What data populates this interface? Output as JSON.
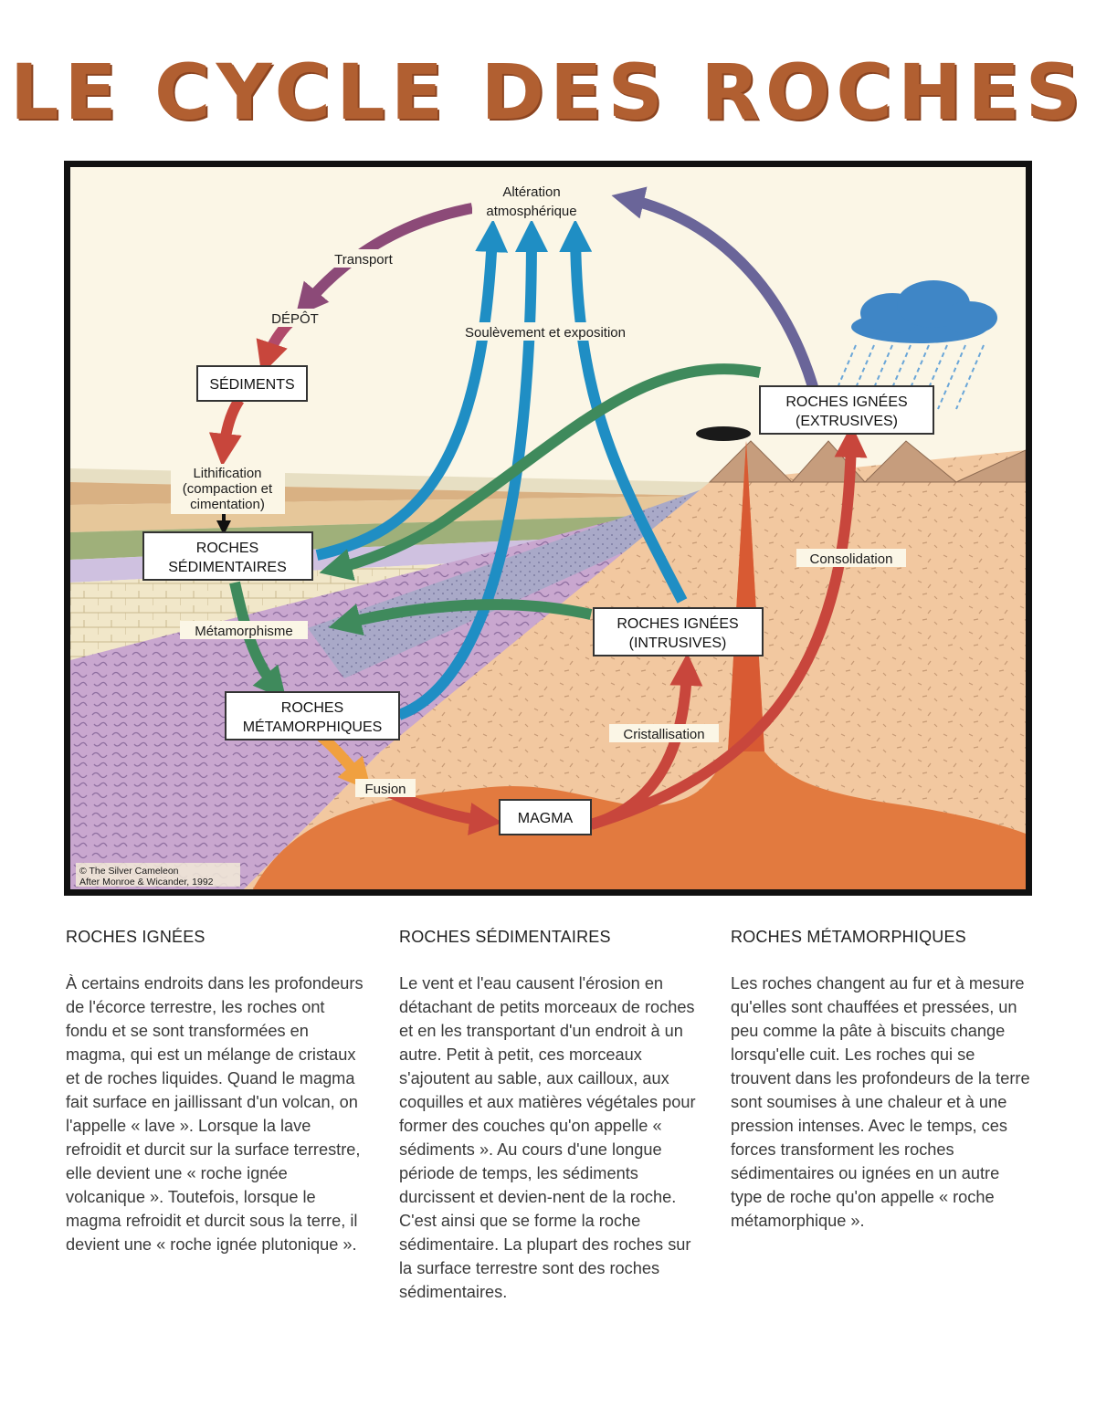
{
  "title": "LE CYCLE DES ROCHES",
  "diagram": {
    "labels": {
      "alteration_1": "Altération",
      "alteration_2": "atmosphérique",
      "transport": "Transport",
      "depot": "DÉPÔT",
      "sediments": "SÉDIMENTS",
      "lithification_1": "Lithification",
      "lithification_2": "(compaction et",
      "lithification_3": "cimentation)",
      "sed_rocks_1": "ROCHES",
      "sed_rocks_2": "SÉDIMENTAIRES",
      "metamorphisme": "Métamorphisme",
      "meta_rocks_1": "ROCHES",
      "meta_rocks_2": "MÉTAMORPHIQUES",
      "fusion": "Fusion",
      "magma": "MAGMA",
      "cristallisation": "Cristallisation",
      "intrusive_1": "ROCHES IGNÉES",
      "intrusive_2": "(INTRUSIVES)",
      "extrusive_1": "ROCHES IGNÉES",
      "extrusive_2": "(EXTRUSIVES)",
      "consolidation": "Consolidation",
      "soulevement": "Soulèvement et exposition"
    },
    "copyright_1": "© The Silver Cameleon",
    "copyright_2": "After Monroe & Wicander, 1992",
    "colors": {
      "title": "#b15f31",
      "arrow_purple": "#8c4a78",
      "arrow_red": "#c8463c",
      "arrow_blue": "#1f8ec4",
      "arrow_green": "#3f8a5c",
      "arrow_violet": "#6a6599",
      "arrow_orange": "#f0a040"
    }
  },
  "columns": [
    {
      "heading": "ROCHES IGNÉES",
      "text": "À certains endroits dans les profondeurs de l'écorce terrestre, les roches ont fondu et se sont transformées en magma, qui est un mélange de cristaux et de roches liquides. Quand le magma fait surface en jaillissant d'un volcan, on l'appelle « lave ». Lorsque la lave refroidit et durcit sur la surface terrestre, elle devient une « roche ignée volcanique ». Toutefois, lorsque le magma refroidit et durcit sous la terre, il devient une « roche ignée plutonique »."
    },
    {
      "heading": "ROCHES SÉDIMENTAIRES",
      "text": "Le vent et l'eau causent l'érosion en détachant de petits morceaux de roches et en les transportant d'un endroit à un autre. Petit à petit, ces morceaux s'ajoutent au sable, aux cailloux, aux coquilles et aux matières végétales pour former des couches qu'on appelle « sédiments ». Au cours d'une longue période de temps, les sédiments durcissent et devien-nent de la roche. C'est ainsi que se forme la roche sédimentaire. La plupart des roches sur la surface terrestre sont des roches sédimentaires."
    },
    {
      "heading": "ROCHES MÉTAMORPHIQUES",
      "text": "Les roches changent au fur et à mesure qu'elles sont chauffées et pressées, un peu comme la pâte à biscuits change lorsqu'elle cuit. Les roches qui se trouvent dans les profondeurs de la terre sont soumises à une chaleur et à une pression intenses. Avec le temps, ces forces transforment les roches sédimentaires ou ignées en un autre type de roche qu'on appelle « roche métamorphique »."
    }
  ]
}
